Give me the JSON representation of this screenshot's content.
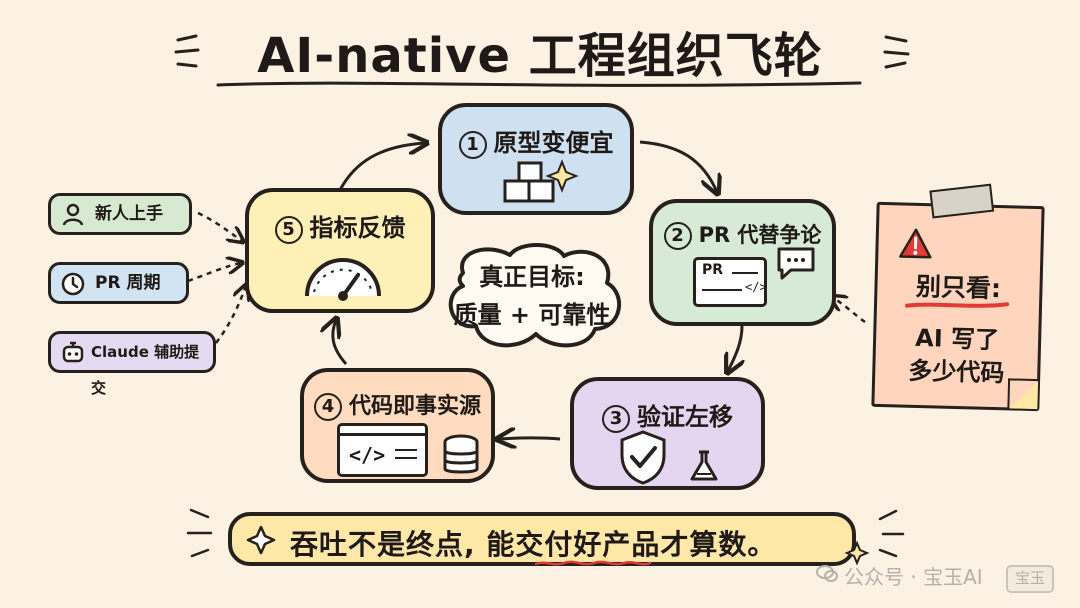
{
  "title": "AI-native 工程组织飞轮",
  "steps": [
    {
      "number": "1",
      "label": "原型变便宜"
    },
    {
      "number": "2",
      "label": "PR 代替争论"
    },
    {
      "number": "3",
      "label": "验证左移"
    },
    {
      "number": "4",
      "label": "代码即事实源"
    },
    {
      "number": "5",
      "label": "指标反馈"
    }
  ],
  "center_goal": {
    "line1": "真正目标:",
    "line2": "质量 + 可靠性"
  },
  "metrics": [
    {
      "label": "新人上手",
      "icon": "person-icon"
    },
    {
      "label": "PR 周期",
      "icon": "clock-icon"
    },
    {
      "label": "Claude 辅助提交",
      "icon": "robot-icon"
    }
  ],
  "warning_note": {
    "line1": "别只看:",
    "line2": "AI 写了",
    "line3": "多少代码"
  },
  "pr_card_label": "PR",
  "footer_banner": "吞吐不是终点, 能交付好产品才算数。",
  "watermark": {
    "text": "公众号 · 宝玉AI",
    "logo_text": "宝玉"
  },
  "colors": {
    "background": "#fbf2e4",
    "outline": "#26211d",
    "step1": "#cfe1f0",
    "step2": "#d6ead6",
    "step3": "#e4d6f0",
    "step4": "#ffdcc0",
    "step5": "#fff0b8",
    "banner": "#ffe7a8",
    "warning_note": "#ffd5bd",
    "warning_red": "#e53935",
    "metric_green": "#d7e9d1",
    "metric_blue": "#d2e3f2",
    "metric_purple": "#e6d9f2"
  }
}
